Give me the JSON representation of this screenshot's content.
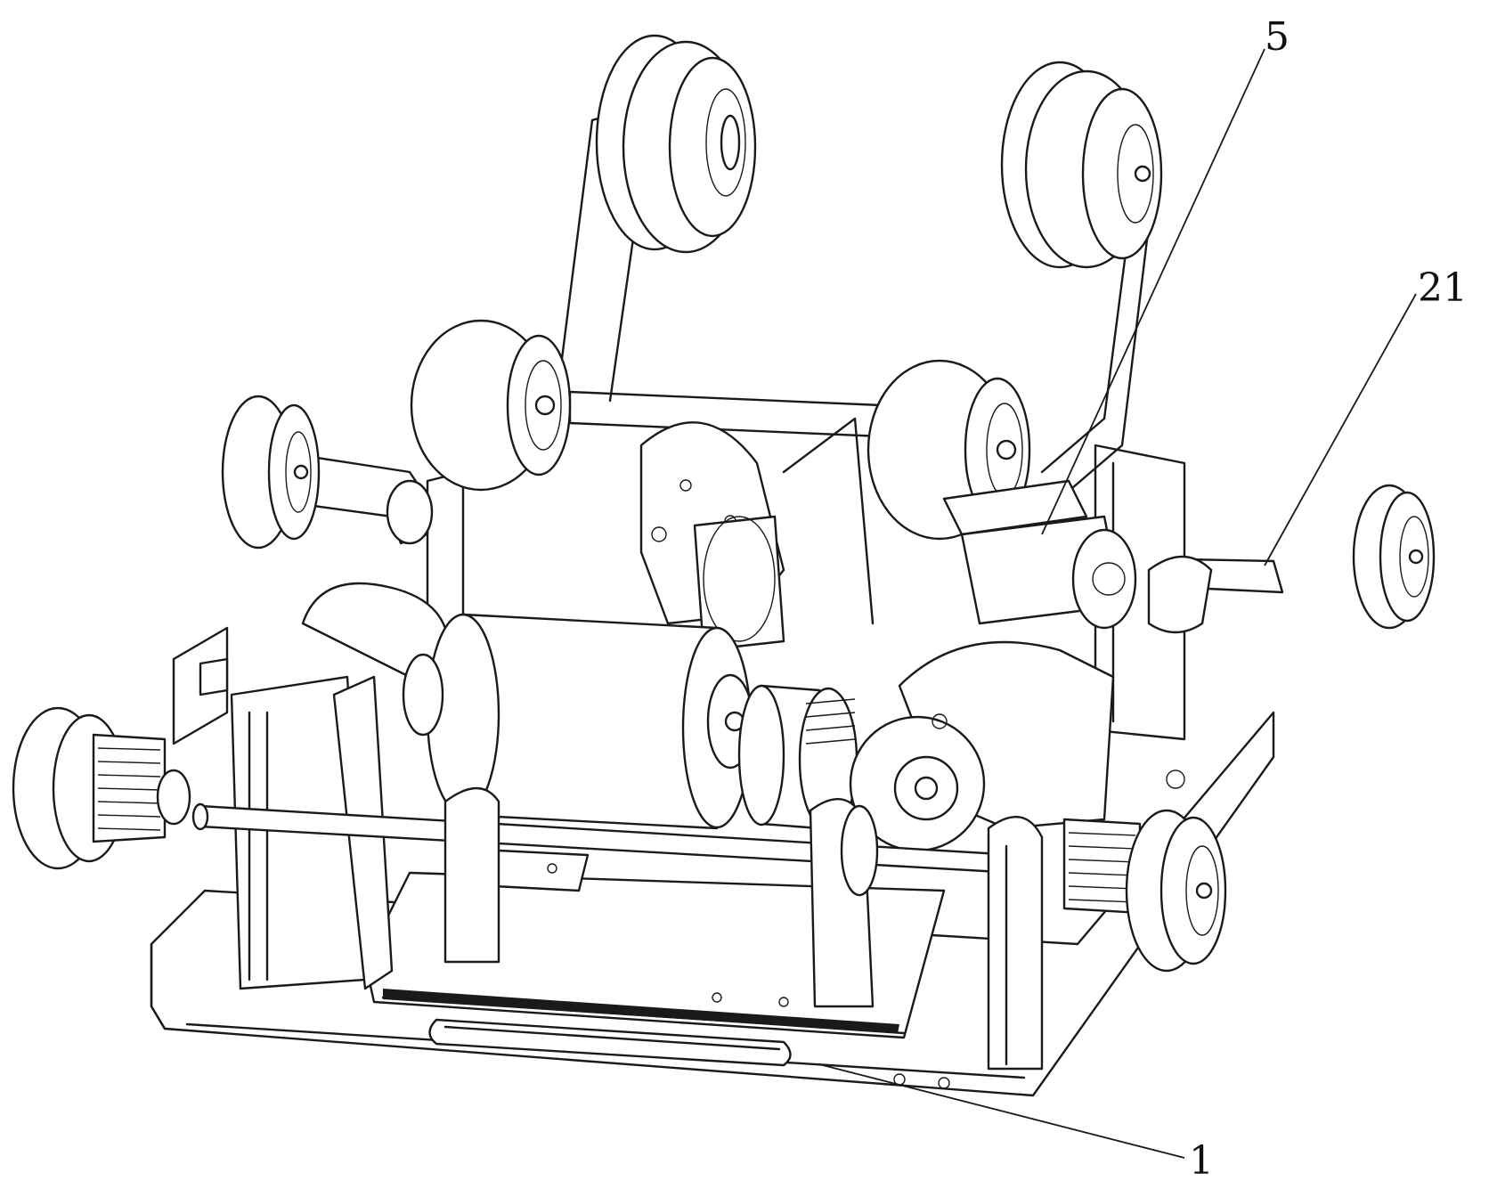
{
  "callouts": [
    {
      "id": "c5",
      "label": "5"
    },
    {
      "id": "c21",
      "label": "21"
    },
    {
      "id": "c1",
      "label": "1"
    }
  ],
  "colors": {
    "line": "#1a1a1a",
    "background": "#ffffff"
  }
}
